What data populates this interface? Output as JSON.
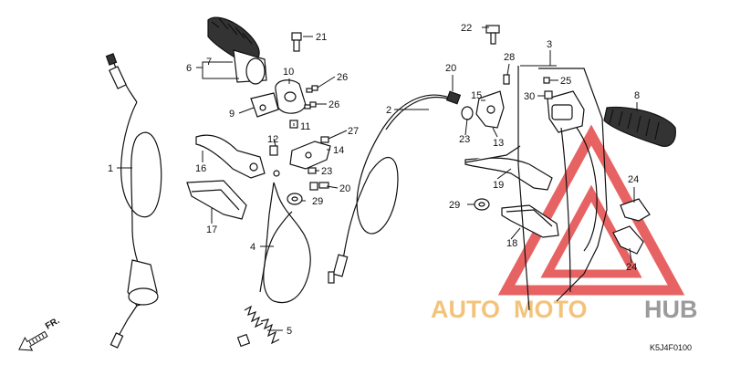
{
  "diagram": {
    "diagram_code": "K5J4F0100",
    "direction_label": "FR.",
    "watermark": {
      "auto": "AUTO",
      "moto": "MOTO",
      "hub": "HUB",
      "colors": {
        "auto": "#f0b050",
        "moto": "#f0b050",
        "hub": "#7a7a7a",
        "triangle": "#e03030"
      }
    },
    "callouts": [
      {
        "id": "1",
        "label": "1"
      },
      {
        "id": "2",
        "label": "2"
      },
      {
        "id": "3",
        "label": "3"
      },
      {
        "id": "4",
        "label": "4"
      },
      {
        "id": "5",
        "label": "5"
      },
      {
        "id": "6",
        "label": "6"
      },
      {
        "id": "7",
        "label": "7"
      },
      {
        "id": "8",
        "label": "8"
      },
      {
        "id": "9",
        "label": "9"
      },
      {
        "id": "10",
        "label": "10"
      },
      {
        "id": "11",
        "label": "11"
      },
      {
        "id": "12",
        "label": "12"
      },
      {
        "id": "13",
        "label": "13"
      },
      {
        "id": "14",
        "label": "14"
      },
      {
        "id": "15",
        "label": "15"
      },
      {
        "id": "16",
        "label": "16"
      },
      {
        "id": "17",
        "label": "17"
      },
      {
        "id": "18",
        "label": "18"
      },
      {
        "id": "19",
        "label": "19"
      },
      {
        "id": "20a",
        "label": "20"
      },
      {
        "id": "20b",
        "label": "20"
      },
      {
        "id": "21",
        "label": "21"
      },
      {
        "id": "22",
        "label": "22"
      },
      {
        "id": "23a",
        "label": "23"
      },
      {
        "id": "23b",
        "label": "23"
      },
      {
        "id": "24a",
        "label": "24"
      },
      {
        "id": "24b",
        "label": "24"
      },
      {
        "id": "25",
        "label": "25"
      },
      {
        "id": "26a",
        "label": "26"
      },
      {
        "id": "26b",
        "label": "26"
      },
      {
        "id": "27",
        "label": "27"
      },
      {
        "id": "28",
        "label": "28"
      },
      {
        "id": "29a",
        "label": "29"
      },
      {
        "id": "29b",
        "label": "29"
      },
      {
        "id": "30",
        "label": "30"
      }
    ]
  }
}
